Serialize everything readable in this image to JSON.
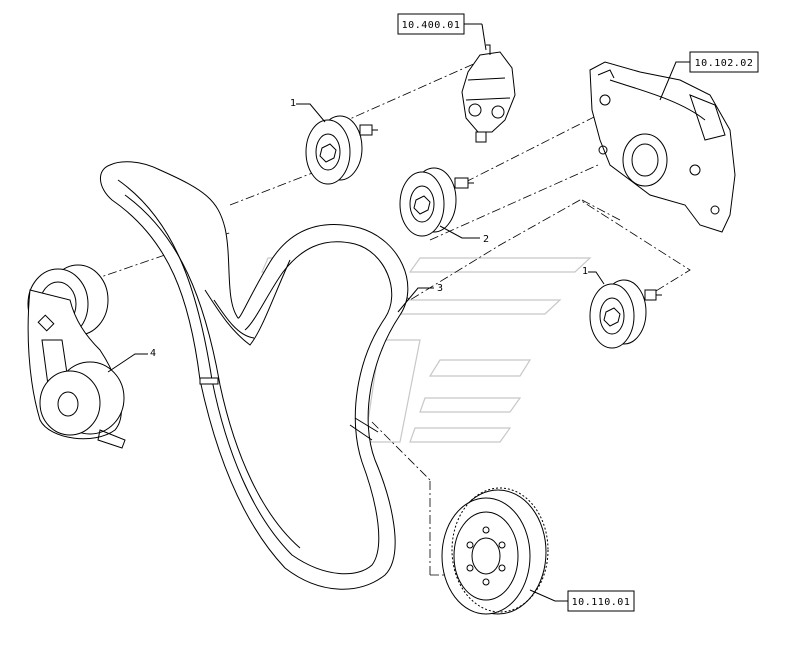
{
  "refs": {
    "ref_10_400_01": "10.400.01",
    "ref_10_102_02": "10.102.02",
    "ref_10_110_01": "10.110.01"
  },
  "items": {
    "item_1_top": "1",
    "item_2": "2",
    "item_3": "3",
    "item_4": "4",
    "item_1_right": "1"
  },
  "colors": {
    "line": "#000000",
    "watermark": "#c8c8c8",
    "background": "#ffffff"
  }
}
